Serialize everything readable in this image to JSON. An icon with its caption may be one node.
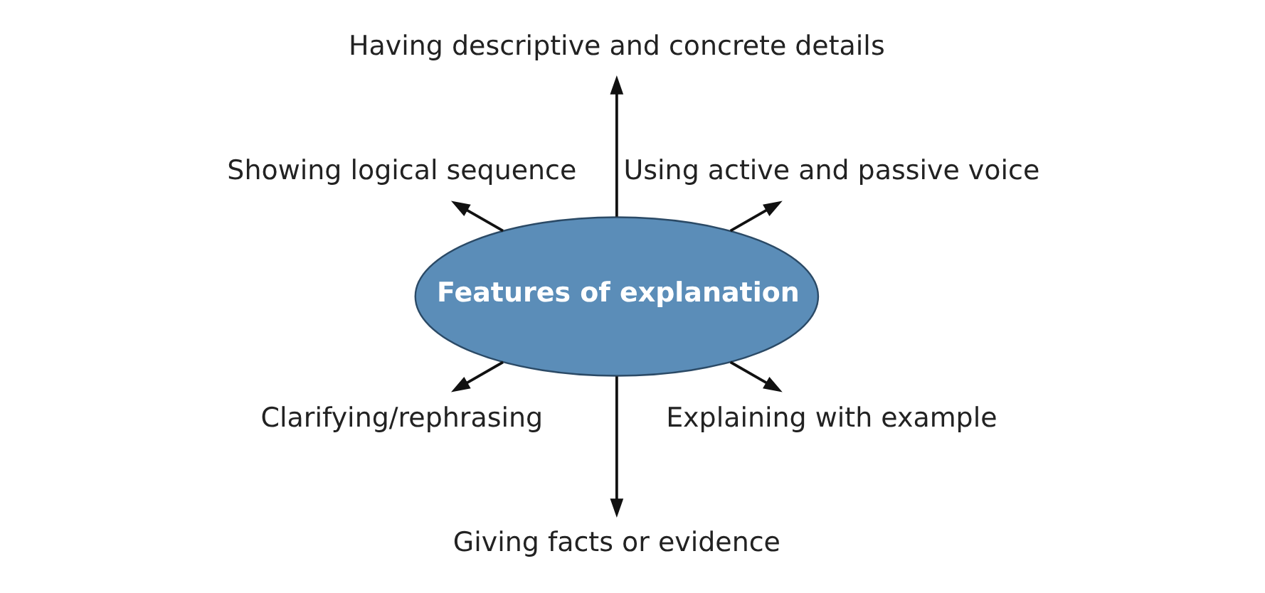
{
  "diagram": {
    "nodes": [
      {
        "text": [
          "Features of explanation"
        ]
      },
      {
        "text": [
          "Having descriptive and concrete details"
        ]
      },
      {
        "text": [
          "Showing logical sequence"
        ]
      },
      {
        "text": [
          "Using active and passive voice"
        ]
      },
      {
        "text": [
          "Clarifying/rephrasing"
        ]
      },
      {
        "text": [
          "Explaining with example"
        ]
      },
      {
        "text": [
          "Giving facts or evidence"
        ]
      }
    ],
    "edges": [
      {
        "from": 0,
        "to": 1,
        "arrow": "to"
      },
      {
        "from": 0,
        "to": 2,
        "arrow": "to"
      },
      {
        "from": 0,
        "to": 3,
        "arrow": "to"
      },
      {
        "from": 0,
        "to": 4,
        "arrow": "to"
      },
      {
        "from": 0,
        "to": 5,
        "arrow": "to"
      },
      {
        "from": 0,
        "to": 6,
        "arrow": "to"
      }
    ]
  }
}
